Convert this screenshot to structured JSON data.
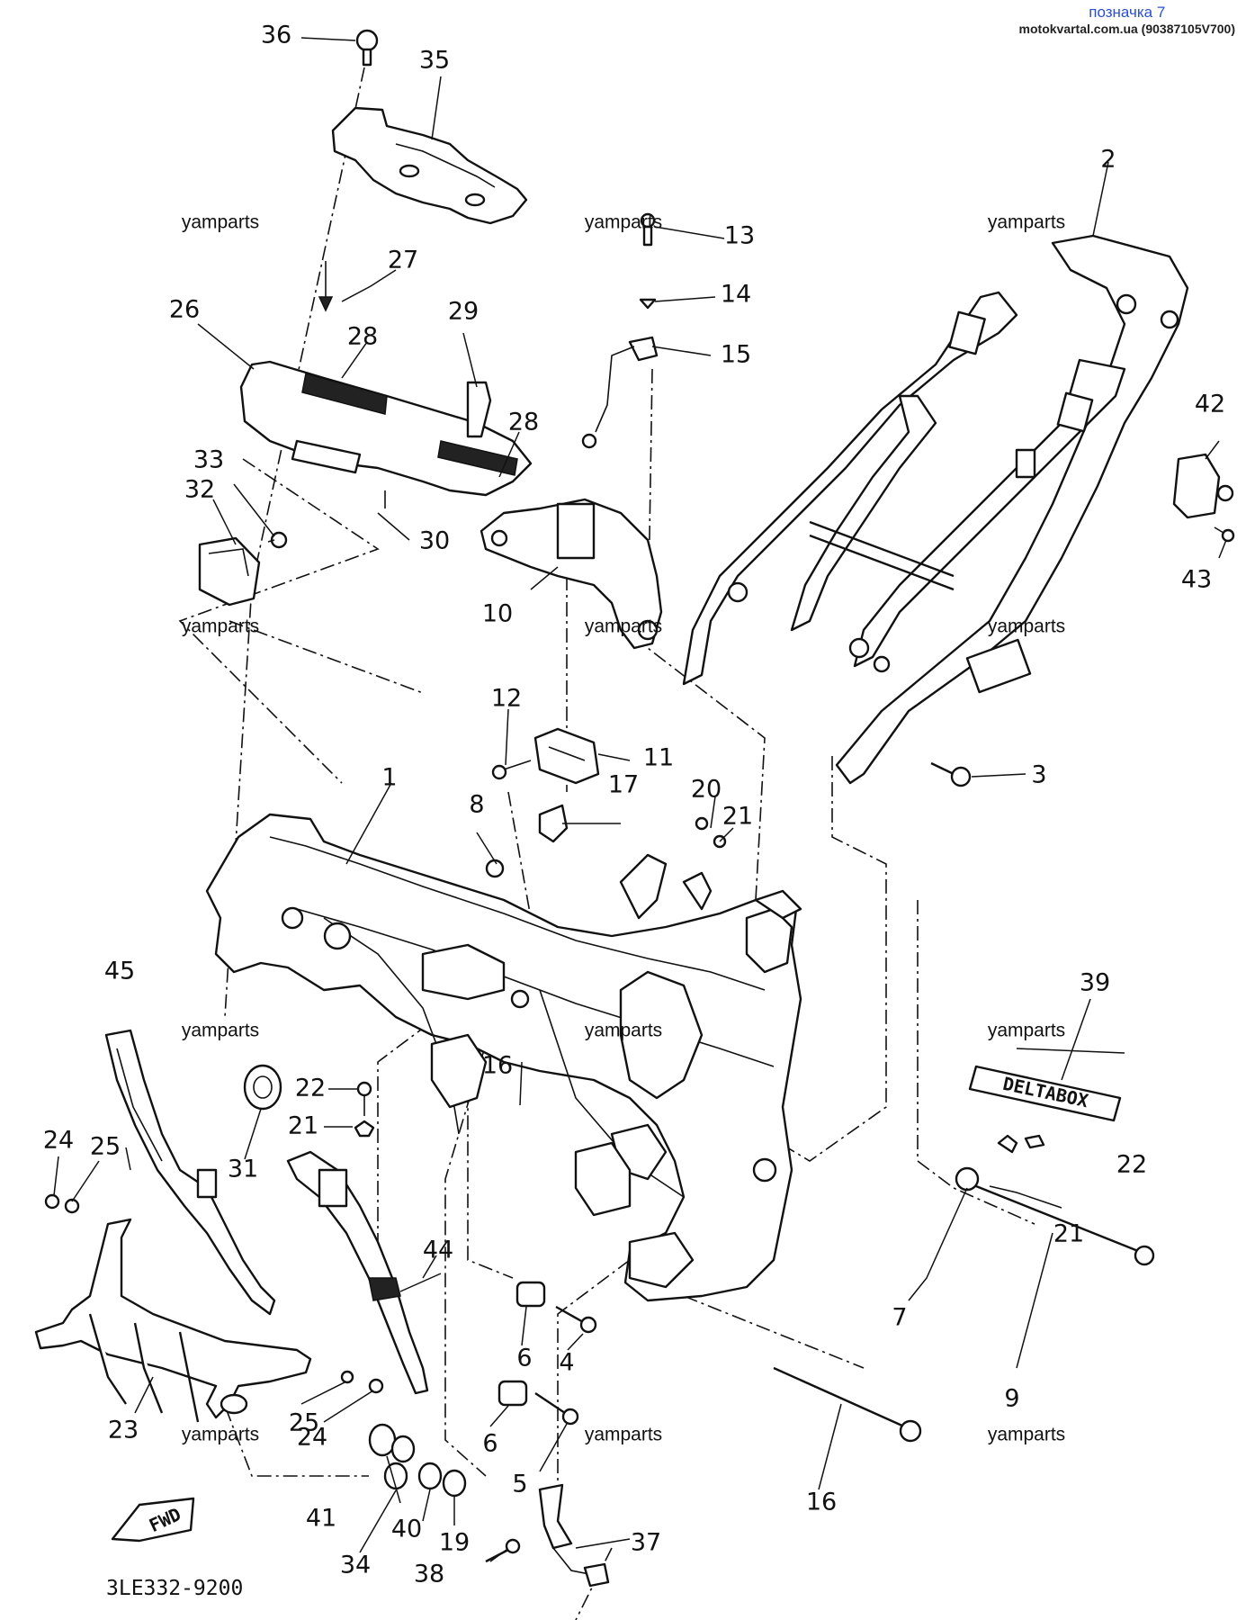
{
  "header": {
    "label": "позначка 7",
    "source": "motokvartal.com.ua (90387105V700)"
  },
  "drawing_number": "3LE332-9200",
  "badge_text": "DELTABOX",
  "fwd_text": "FWD",
  "watermark_text": "yamparts",
  "callouts": [
    "1",
    "2",
    "3",
    "4",
    "5",
    "6",
    "6",
    "7",
    "8",
    "9",
    "10",
    "11",
    "12",
    "13",
    "14",
    "15",
    "16",
    "16",
    "17",
    "19",
    "20",
    "21",
    "21",
    "21",
    "22",
    "22",
    "23",
    "24",
    "24",
    "25",
    "25",
    "26",
    "27",
    "28",
    "28",
    "29",
    "30",
    "31",
    "32",
    "33",
    "34",
    "35",
    "36",
    "37",
    "38",
    "39",
    "40",
    "41",
    "42",
    "43",
    "44",
    "45"
  ]
}
